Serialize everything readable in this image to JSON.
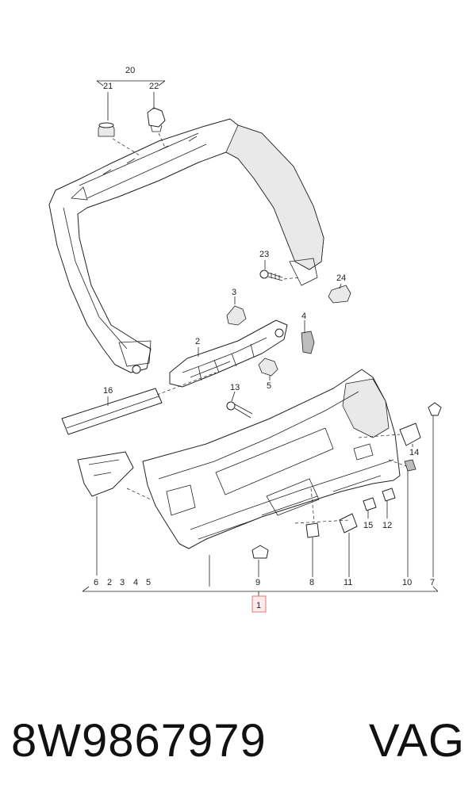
{
  "diagram": {
    "callouts": {
      "c20": "20",
      "c21": "21",
      "c22": "22",
      "c23": "23",
      "c24": "24",
      "c3": "3",
      "c4": "4",
      "c2": "2",
      "c5": "5",
      "c13": "13",
      "c16": "16",
      "c14": "14",
      "c15": "15",
      "c12": "12",
      "b6": "6",
      "b2": "2",
      "b3": "3",
      "b4": "4",
      "b5": "5",
      "b9": "9",
      "b8": "8",
      "b11": "11",
      "b10": "10",
      "b7": "7",
      "main": "1"
    }
  },
  "caption": {
    "part_number": "8W9867979",
    "brand": "VAG"
  },
  "colors": {
    "line": "#222222",
    "highlight_fill": "#fdeaea",
    "highlight_border": "#e07a7a"
  }
}
